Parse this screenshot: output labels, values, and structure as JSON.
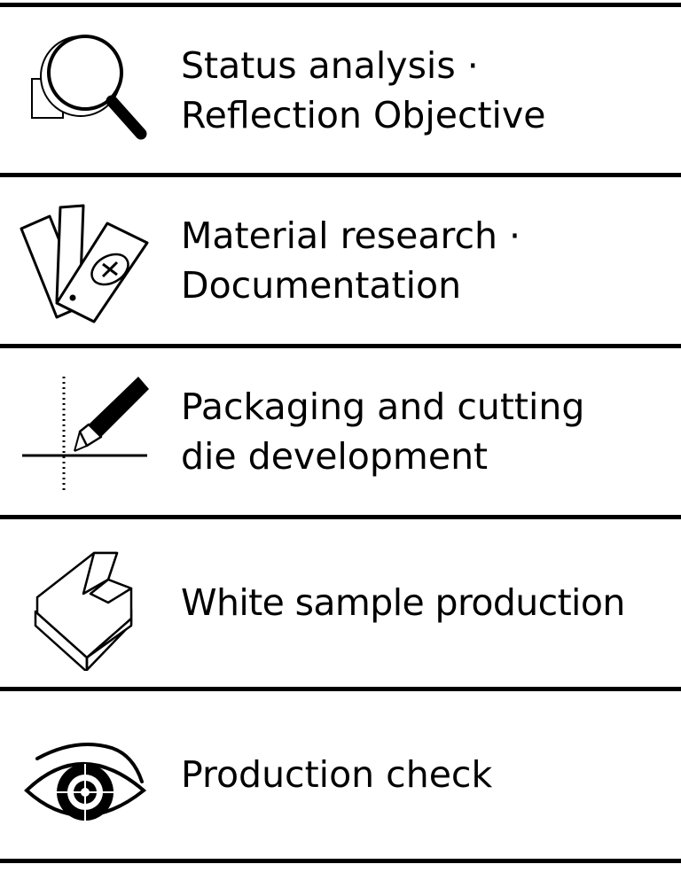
{
  "steps": [
    {
      "icon": "magnifying-glass-icon",
      "line1": "Status analysis ·",
      "line2": "Reflection Objective"
    },
    {
      "icon": "material-swatches-icon",
      "line1": "Material research ·",
      "line2": "Documentation"
    },
    {
      "icon": "pen-cutting-line-icon",
      "line1": "Packaging and cutting",
      "line2": "die development"
    },
    {
      "icon": "box-icon",
      "line1": "White sample production"
    },
    {
      "icon": "eye-target-icon",
      "line1": "Production check"
    }
  ],
  "colors": {
    "ink": "#000000",
    "background": "#ffffff"
  }
}
